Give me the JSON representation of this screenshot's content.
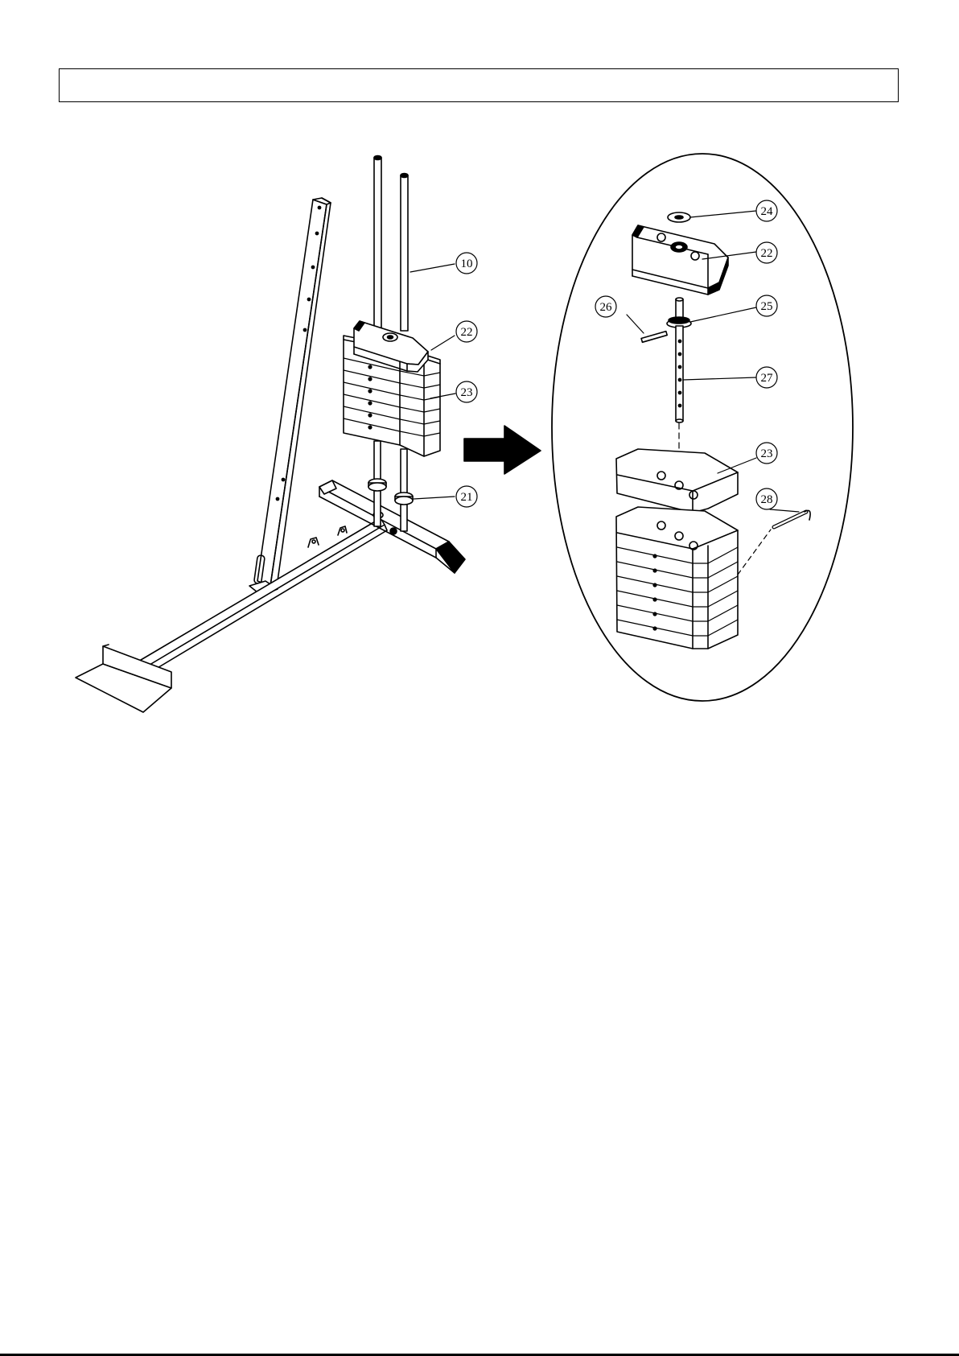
{
  "header": {
    "text": ""
  },
  "callouts": {
    "c10": "10",
    "c22a": "22",
    "c23a": "23",
    "c21": "21",
    "c24": "24",
    "c22b": "22",
    "c26": "26",
    "c25": "25",
    "c27": "27",
    "c23b": "23",
    "c28": "28"
  },
  "colors": {
    "line": "#000000",
    "background": "#ffffff"
  }
}
